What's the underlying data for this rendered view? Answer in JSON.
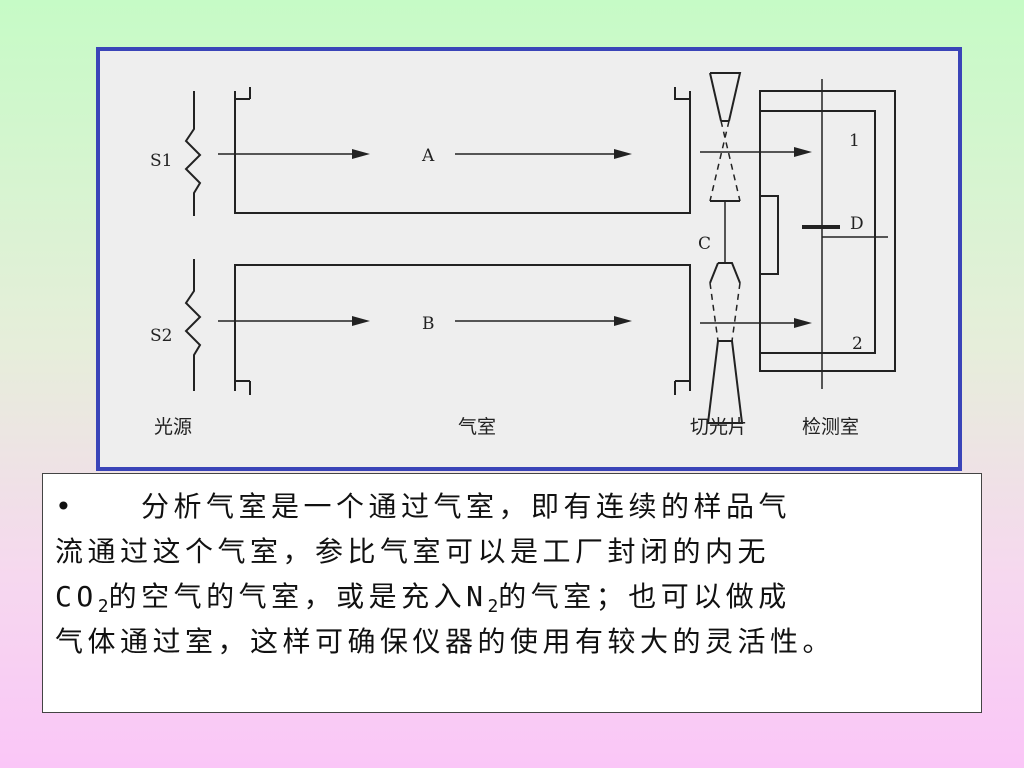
{
  "diagram": {
    "labels": {
      "s1": "S1",
      "s2": "S2",
      "a": "A",
      "b": "B",
      "c": "C",
      "d": "D",
      "one": "1",
      "two": "2"
    },
    "captions": {
      "light_source": "光源",
      "gas_chamber": "气室",
      "chopper": "切光片",
      "detector": "检测室"
    }
  },
  "text": {
    "bullet": "•",
    "line1": "分析气室是一个通过气室，即有连续的样品气",
    "line2": "流通过这个气室，参比气室可以是工厂封闭的内无",
    "line3a": "CO",
    "line3a_sub": "2",
    "line3b": "的空气的气室，或是充入",
    "line3c": "N",
    "line3c_sub": "2",
    "line3d": "的气室；也可以做成",
    "line4": "气体通过室，这样可确保仪器的使用有较大的灵活性。"
  }
}
